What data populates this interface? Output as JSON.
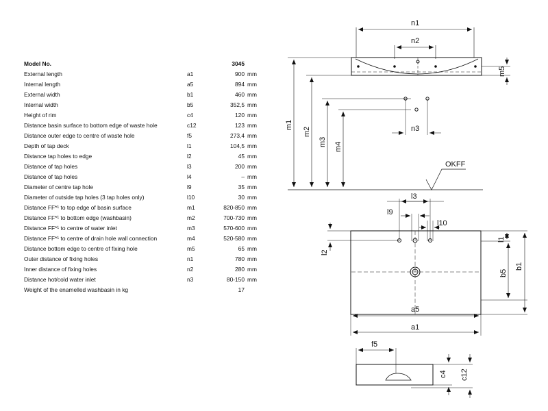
{
  "spec": {
    "header": {
      "label": "Model No.",
      "model": "3045"
    },
    "rows": [
      {
        "label": "External length",
        "code": "a1",
        "value": "900",
        "unit": "mm"
      },
      {
        "label": "Internal length",
        "code": "a5",
        "value": "894",
        "unit": "mm"
      },
      {
        "label": "External width",
        "code": "b1",
        "value": "460",
        "unit": "mm"
      },
      {
        "label": "Internal width",
        "code": "b5",
        "value": "352,5",
        "unit": "mm"
      },
      {
        "label": "Height of rim",
        "code": "c4",
        "value": "120",
        "unit": "mm"
      },
      {
        "label": "Distance basin surface to bottom edge of waste hole",
        "code": "c12",
        "value": "123",
        "unit": "mm"
      },
      {
        "label": "Distance outer edge to centre of waste hole",
        "code": "f5",
        "value": "273,4",
        "unit": "mm"
      },
      {
        "label": "Depth of tap deck",
        "code": "l1",
        "value": "104,5",
        "unit": "mm"
      },
      {
        "label": "Distance tap holes to edge",
        "code": "l2",
        "value": "45",
        "unit": "mm"
      },
      {
        "label": "Distance of tap holes",
        "code": "l3",
        "value": "200",
        "unit": "mm"
      },
      {
        "label": "Distance of tap holes",
        "code": "l4",
        "value": "–",
        "unit": "mm"
      },
      {
        "label": "Diameter of centre tap hole",
        "code": "l9",
        "value": "35",
        "unit": "mm"
      },
      {
        "label": "Diameter of outside tap holes (3 tap holes only)",
        "code": "l10",
        "value": "30",
        "unit": "mm"
      },
      {
        "label": "Distance FF*¹ to top edge of basin surface",
        "code": "m1",
        "value": "820-850",
        "unit": "mm"
      },
      {
        "label": "Distance FF*¹ to bottom edge (washbasin)",
        "code": "m2",
        "value": "700-730",
        "unit": "mm"
      },
      {
        "label": "Distance FF*¹ to centre of water inlet",
        "code": "m3",
        "value": "570-600",
        "unit": "mm"
      },
      {
        "label": "Distance FF*¹ to centre of drain hole wall connection",
        "code": "m4",
        "value": "520-580",
        "unit": "mm"
      },
      {
        "label": "Distance bottom edge to centre of fixing hole",
        "code": "m5",
        "value": "65",
        "unit": "mm"
      },
      {
        "label": "Outer distance of fixing holes",
        "code": "n1",
        "value": "780",
        "unit": "mm"
      },
      {
        "label": "Inner distance of fixing holes",
        "code": "n2",
        "value": "280",
        "unit": "mm"
      },
      {
        "label": "Distance hot/cold water inlet",
        "code": "n3",
        "value": "80-150",
        "unit": "mm"
      },
      {
        "label": "Weight of the enamelled washbasin in kg",
        "code": "",
        "value": "17",
        "unit": ""
      }
    ]
  },
  "drawing": {
    "labels": {
      "n1": "n1",
      "n2": "n2",
      "n3": "n3",
      "m1": "m1",
      "m2": "m2",
      "m3": "m3",
      "m4": "m4",
      "m5": "m5",
      "okff": "OKFF",
      "l1": "l1",
      "l2": "l2",
      "l3": "l3",
      "l9": "l9",
      "l10": "l10",
      "a1": "a1",
      "a5": "a5",
      "b1": "b1",
      "b5": "b5",
      "f5": "f5",
      "c4": "c4",
      "c12": "c12"
    }
  }
}
